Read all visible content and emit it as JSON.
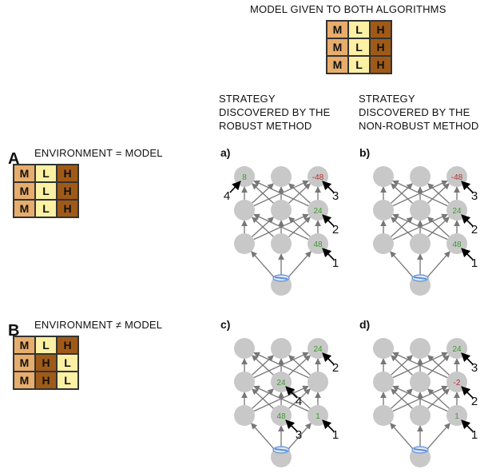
{
  "header": {
    "title": "MODEL GIVEN TO BOTH ALGORITHMS"
  },
  "model_grid": [
    [
      "M",
      "L",
      "H"
    ],
    [
      "M",
      "L",
      "H"
    ],
    [
      "M",
      "L",
      "H"
    ]
  ],
  "strategy_headers": {
    "robust": [
      "STRATEGY",
      "DISCOVERED BY THE",
      "ROBUST METHOD"
    ],
    "non_robust": [
      "STRATEGY",
      "DISCOVERED BY THE",
      "NON-ROBUST METHOD"
    ]
  },
  "rows": [
    {
      "label": "A",
      "env_label": "ENVIRONMENT = MODEL",
      "grid": [
        [
          "M",
          "L",
          "H"
        ],
        [
          "M",
          "L",
          "H"
        ],
        [
          "M",
          "L",
          "H"
        ]
      ]
    },
    {
      "label": "B",
      "env_label": "ENVIRONMENT ≠ MODEL",
      "grid": [
        [
          "M",
          "L",
          "H"
        ],
        [
          "M",
          "H",
          "L"
        ],
        [
          "M",
          "H",
          "L"
        ]
      ]
    }
  ],
  "panels": [
    {
      "label": "a)",
      "nodes": [
        {
          "col": 0,
          "row": 0,
          "value": "8",
          "color": "green",
          "step": "4"
        },
        {
          "col": 2,
          "row": 0,
          "value": "-48",
          "color": "red",
          "step": "3"
        },
        {
          "col": 2,
          "row": 1,
          "value": "24",
          "color": "green",
          "step": "2"
        },
        {
          "col": 2,
          "row": 2,
          "value": "48",
          "color": "green",
          "step": "1"
        }
      ]
    },
    {
      "label": "b)",
      "nodes": [
        {
          "col": 2,
          "row": 0,
          "value": "-48",
          "color": "red",
          "step": "3"
        },
        {
          "col": 2,
          "row": 1,
          "value": "24",
          "color": "green",
          "step": "2"
        },
        {
          "col": 2,
          "row": 2,
          "value": "48",
          "color": "green",
          "step": "1"
        }
      ]
    },
    {
      "label": "c)",
      "nodes": [
        {
          "col": 2,
          "row": 0,
          "value": "24",
          "color": "green",
          "step": "2"
        },
        {
          "col": 1,
          "row": 1,
          "value": "24",
          "color": "green",
          "step": "4"
        },
        {
          "col": 1,
          "row": 2,
          "value": "48",
          "color": "green",
          "step": "3"
        },
        {
          "col": 2,
          "row": 2,
          "value": "1",
          "color": "green",
          "step": "1"
        }
      ]
    },
    {
      "label": "d)",
      "nodes": [
        {
          "col": 2,
          "row": 0,
          "value": "24",
          "color": "green",
          "step": "3"
        },
        {
          "col": 2,
          "row": 1,
          "value": "-2",
          "color": "red",
          "step": "2"
        },
        {
          "col": 2,
          "row": 2,
          "value": "1",
          "color": "green",
          "step": "1"
        }
      ]
    }
  ],
  "colors": {
    "M": "#e7ad6c",
    "L": "#fbf0a3",
    "H": "#a05a17",
    "node": "#c8c8c8",
    "edge": "#777777",
    "green": "#3c9a2e",
    "red": "#b23030",
    "robot": "#5b8fd6"
  }
}
